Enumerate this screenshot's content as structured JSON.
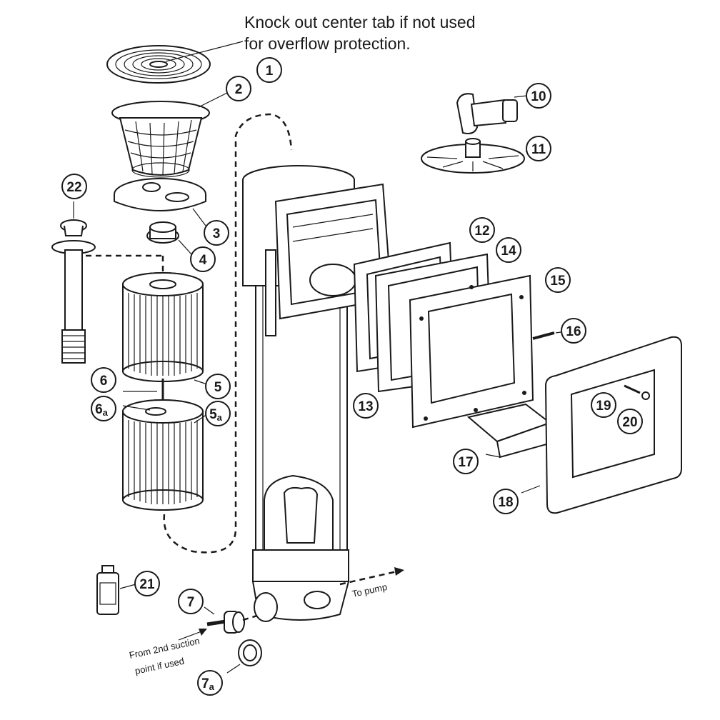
{
  "note": {
    "line1": "Knock out center tab if not used",
    "line2": "for overflow protection."
  },
  "callouts": [
    {
      "id": "c1",
      "label": "1"
    },
    {
      "id": "c2",
      "label": "2"
    },
    {
      "id": "c3",
      "label": "3"
    },
    {
      "id": "c4",
      "label": "4"
    },
    {
      "id": "c5",
      "label": "5"
    },
    {
      "id": "c5a",
      "label": "5",
      "sub": "a"
    },
    {
      "id": "c6",
      "label": "6"
    },
    {
      "id": "c6a",
      "label": "6",
      "sub": "a"
    },
    {
      "id": "c7",
      "label": "7"
    },
    {
      "id": "c7a",
      "label": "7",
      "sub": "a"
    },
    {
      "id": "c10",
      "label": "10"
    },
    {
      "id": "c11",
      "label": "11"
    },
    {
      "id": "c12",
      "label": "12"
    },
    {
      "id": "c13",
      "label": "13"
    },
    {
      "id": "c14",
      "label": "14"
    },
    {
      "id": "c15",
      "label": "15"
    },
    {
      "id": "c16",
      "label": "16"
    },
    {
      "id": "c17",
      "label": "17"
    },
    {
      "id": "c18",
      "label": "18"
    },
    {
      "id": "c19",
      "label": "19"
    },
    {
      "id": "c20",
      "label": "20"
    },
    {
      "id": "c21",
      "label": "21"
    },
    {
      "id": "c22",
      "label": "22"
    }
  ],
  "flow_labels": {
    "to_pump": "To pump",
    "from_line1": "From 2nd suction",
    "from_line2": "point if used"
  }
}
